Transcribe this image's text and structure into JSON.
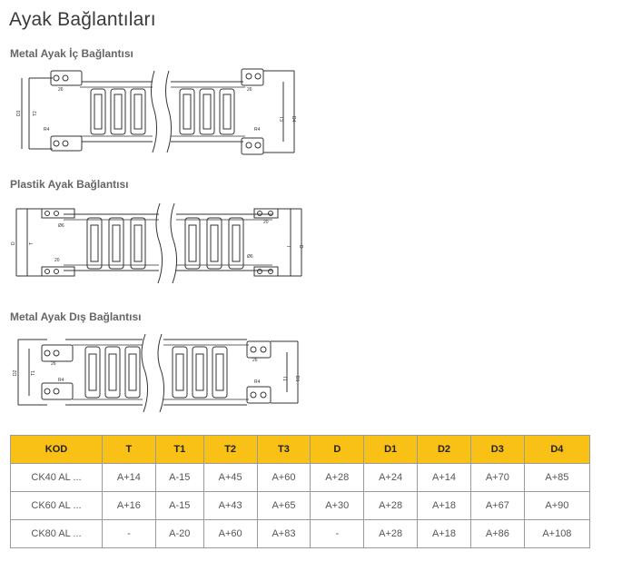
{
  "page": {
    "title": "Ayak Bağlantıları"
  },
  "sections": [
    {
      "title": "Metal Ayak İç Bağlantısı",
      "left_dims": {
        "width_label": "26",
        "radius_label": "R4",
        "outer_label": "D3",
        "inner_label": "T2"
      },
      "right_dims": {
        "width_label": "26",
        "radius_label": "R4",
        "outer_label": "D4",
        "inner_label": "T3"
      }
    },
    {
      "title": "Plastik Ayak Bağlantısı",
      "left_dims": {
        "hole_label": "Ø6",
        "width_label": "20",
        "outer_label": "D",
        "inner_label": "T"
      },
      "right_dims": {
        "hole_label": "Ø6",
        "width_label": "20",
        "outer_label": "D",
        "inner_label": "T"
      }
    },
    {
      "title": "Metal Ayak Dış Bağlantısı",
      "left_dims": {
        "width_label": "26",
        "radius_label": "R4",
        "outer_label": "D2",
        "inner_label": "T1"
      },
      "right_dims": {
        "width_label": "26",
        "radius_label": "R4",
        "outer_label": "D1",
        "inner_label": "T1"
      }
    }
  ],
  "table": {
    "headers": [
      "KOD",
      "T",
      "T1",
      "T2",
      "T3",
      "D",
      "D1",
      "D2",
      "D3",
      "D4"
    ],
    "rows": [
      [
        "CK40 AL ...",
        "A+14",
        "A-15",
        "A+45",
        "A+60",
        "A+28",
        "A+24",
        "A+14",
        "A+70",
        "A+85"
      ],
      [
        "CK60 AL ...",
        "A+16",
        "A-15",
        "A+43",
        "A+65",
        "A+30",
        "A+28",
        "A+18",
        "A+67",
        "A+90"
      ],
      [
        "CK80 AL ...",
        "-",
        "A-20",
        "A+60",
        "A+83",
        "-",
        "A+28",
        "A+18",
        "A+86",
        "A+108"
      ]
    ]
  },
  "colors": {
    "header_bg": "#f9c016",
    "border": "#9a9a9a",
    "line": "#333333"
  }
}
